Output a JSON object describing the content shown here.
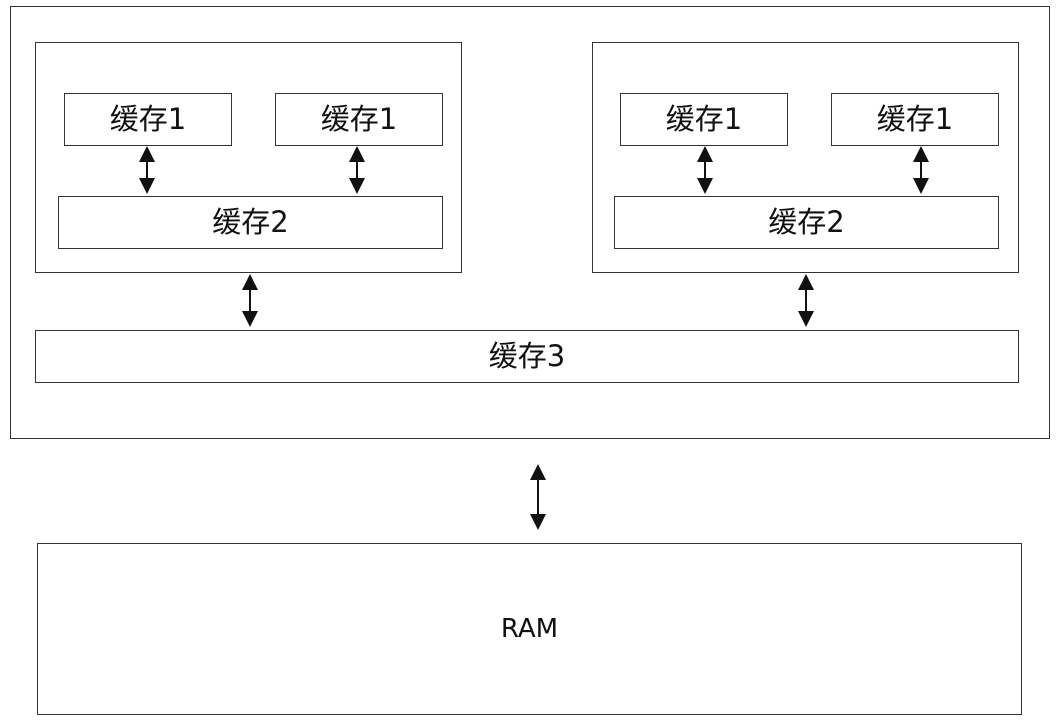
{
  "diagram": {
    "cores": [
      {
        "l1": [
          "缓存1",
          "缓存1"
        ],
        "l2": "缓存2"
      },
      {
        "l1": [
          "缓存1",
          "缓存1"
        ],
        "l2": "缓存2"
      }
    ],
    "l3": "缓存3",
    "ram": "RAM"
  }
}
